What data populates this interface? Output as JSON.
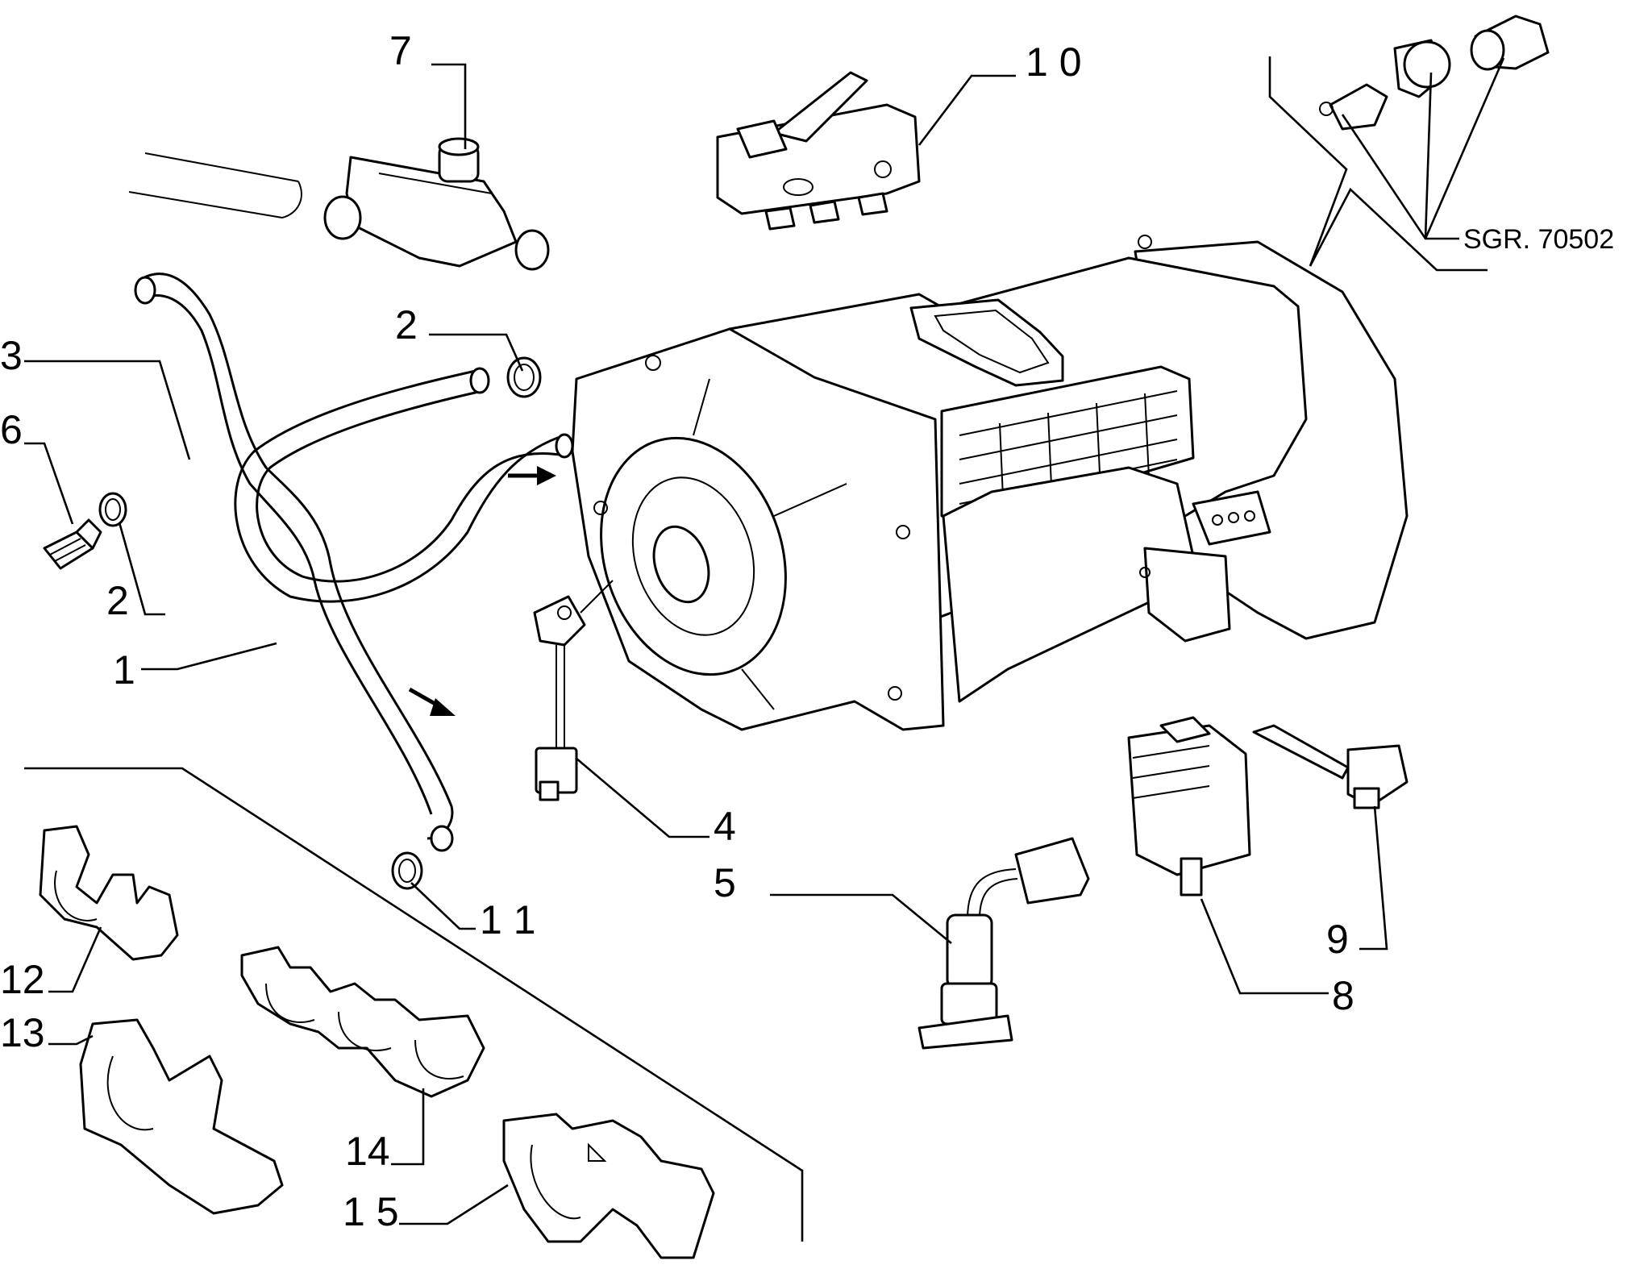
{
  "diagram": {
    "reference_code": "SGR. 70502",
    "callouts": [
      {
        "id": "c1",
        "label": "1"
      },
      {
        "id": "c2a",
        "label": "2"
      },
      {
        "id": "c2b",
        "label": "2"
      },
      {
        "id": "c3",
        "label": "3"
      },
      {
        "id": "c4",
        "label": "4"
      },
      {
        "id": "c5",
        "label": "5"
      },
      {
        "id": "c6",
        "label": "6"
      },
      {
        "id": "c7",
        "label": "7"
      },
      {
        "id": "c8",
        "label": "8"
      },
      {
        "id": "c9",
        "label": "9"
      },
      {
        "id": "c10",
        "label": "1 0"
      },
      {
        "id": "c11",
        "label": "1 1"
      },
      {
        "id": "c12",
        "label": "12"
      },
      {
        "id": "c13",
        "label": "13"
      },
      {
        "id": "c14",
        "label": "14"
      },
      {
        "id": "c15",
        "label": "1 5"
      }
    ]
  }
}
